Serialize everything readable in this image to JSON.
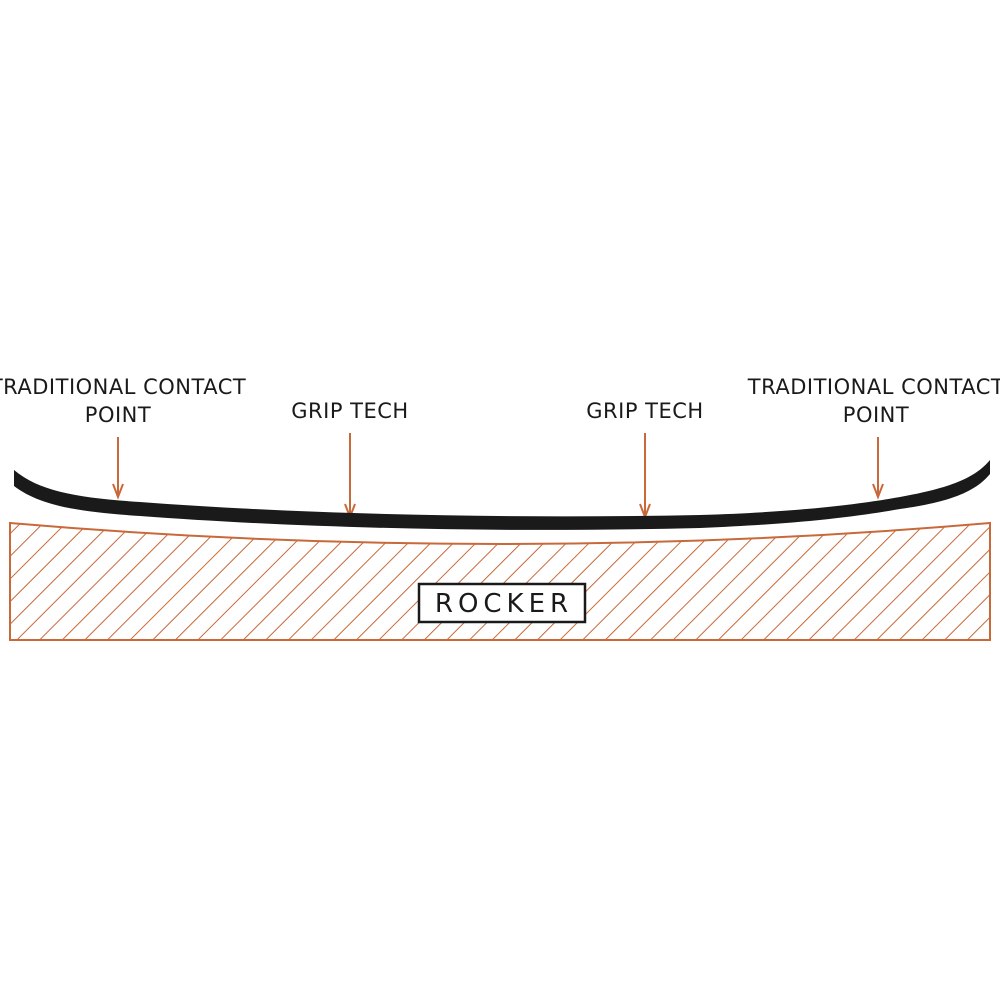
{
  "labels": {
    "left_contact_line1": "TRADITIONAL CONTACT",
    "left_contact_line2": "POINT",
    "grip_left": "GRIP TECH",
    "grip_right": "GRIP TECH",
    "right_contact_line1": "TRADITIONAL CONTACT",
    "right_contact_line2": "POINT",
    "profile_name": "ROCKER"
  },
  "colors": {
    "board": "#1a1a1a",
    "accent": "#c8693a",
    "background": "#ffffff"
  }
}
